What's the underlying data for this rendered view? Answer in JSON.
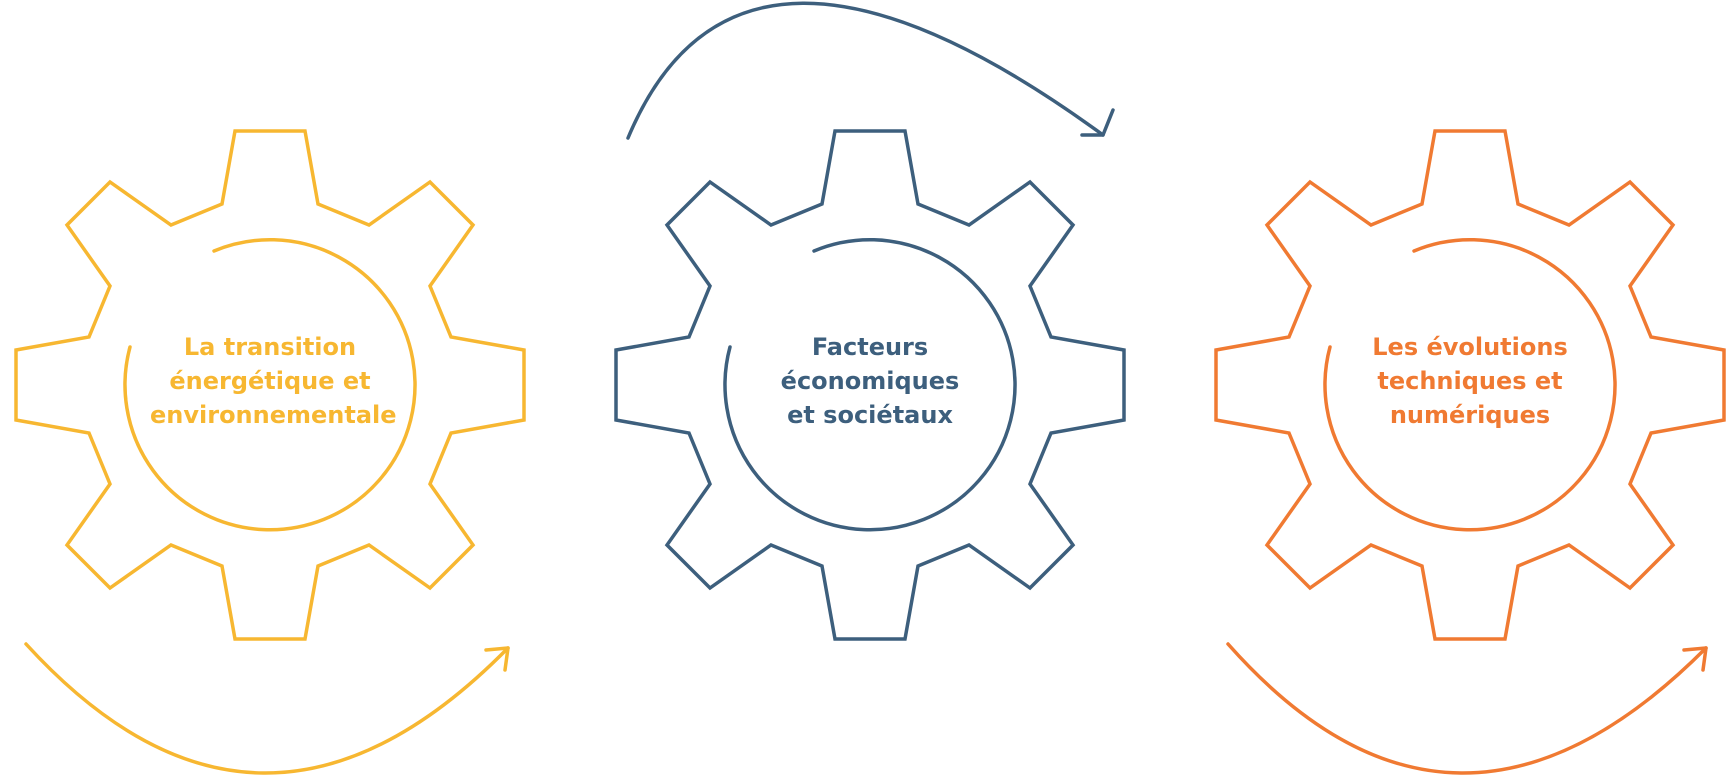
{
  "colors": {
    "yellow": "#f7b731",
    "blue": "#3d5f7d",
    "orange": "#f07a32"
  },
  "gears": [
    {
      "id": "energy",
      "color_key": "yellow",
      "lines": [
        "La transition",
        "énergétique et",
        "environnementale"
      ]
    },
    {
      "id": "economy",
      "color_key": "blue",
      "lines": [
        "Facteurs",
        "économiques",
        "et sociétaux"
      ]
    },
    {
      "id": "tech",
      "color_key": "orange",
      "lines": [
        "Les évolutions",
        "techniques et",
        "numériques"
      ]
    }
  ]
}
